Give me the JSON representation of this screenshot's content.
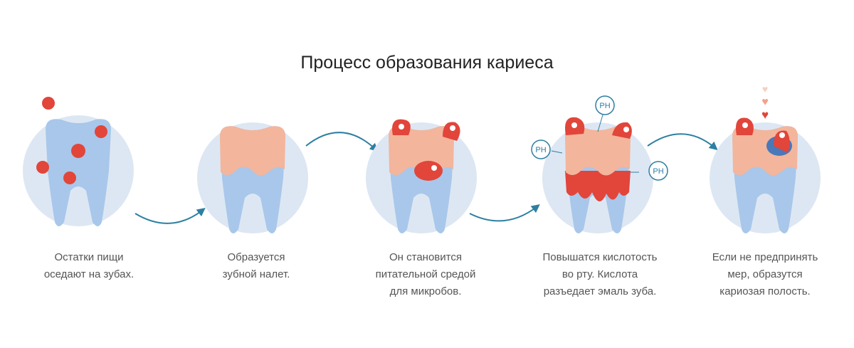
{
  "title": "Процесс образования кариеса",
  "steps": [
    {
      "lines": [
        "Остатки пищи",
        "оседают на зубах."
      ]
    },
    {
      "lines": [
        "Образуется",
        "зубной налет."
      ]
    },
    {
      "lines": [
        "Он становится",
        "питательной средой",
        "для микробов."
      ]
    },
    {
      "lines": [
        "Повышатся кислотость",
        "во рту. Кислота",
        "разъедает эмаль зуба."
      ]
    },
    {
      "lines": [
        "Если  не предпринять",
        "мер, образутся",
        "кариозая полость."
      ]
    }
  ],
  "ph_label": "PH",
  "colors": {
    "circle": "#dde7f3",
    "tooth": "#a8c7ea",
    "enamel": "#f3b59c",
    "microbe": "#e2453a",
    "arrow": "#2d7fa2"
  }
}
